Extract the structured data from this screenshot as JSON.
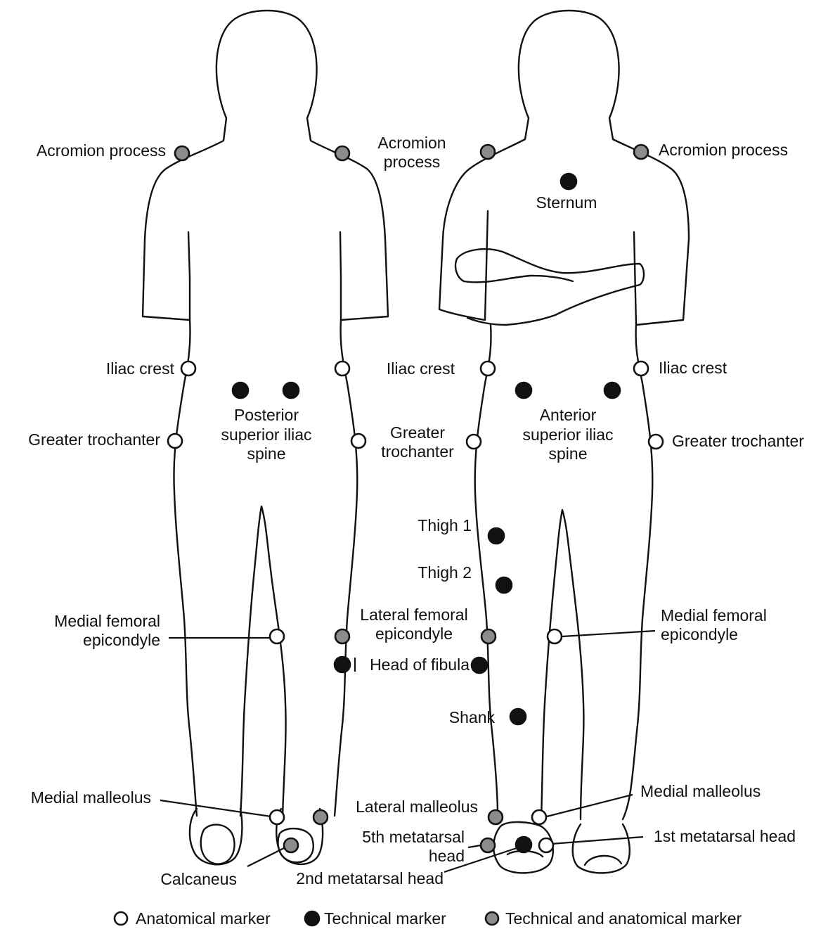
{
  "colors": {
    "anatomical": "#ffffff",
    "technical": "#111111",
    "technical_anatomical": "#8c8c8c",
    "outline": "#111111"
  },
  "figures": {
    "posterior": {
      "acromion_left": "Acromion process",
      "iliac_crest_left": "Iliac crest",
      "psis_line1": "Posterior",
      "psis_line2": "superior iliac",
      "psis_line3": "spine",
      "greater_trochanter_left": "Greater trochanter",
      "medial_femoral_line1": "Medial femoral",
      "medial_femoral_line2": "epicondyle",
      "medial_malleolus": "Medial malleolus",
      "calcaneus": "Calcaneus"
    },
    "middle": {
      "acromion_line1": "Acromion",
      "acromion_line2": "process",
      "iliac_crest": "Iliac crest",
      "greater_trochanter_line1": "Greater",
      "greater_trochanter_line2": "trochanter",
      "thigh1": "Thigh 1",
      "thigh2": "Thigh 2",
      "lateral_femoral_line1": "Lateral femoral",
      "lateral_femoral_line2": "epicondyle",
      "head_of_fibula": "Head of fibula",
      "shank": "Shank",
      "lateral_malleolus": "Lateral malleolus",
      "fifth_meta_line1": "5th metatarsal",
      "fifth_meta_line2": "head",
      "second_meta": "2nd metatarsal head"
    },
    "anterior": {
      "acromion_right": "Acromion process",
      "sternum": "Sternum",
      "iliac_crest_right": "Iliac crest",
      "asis_line1": "Anterior",
      "asis_line2": "superior iliac",
      "asis_line3": "spine",
      "greater_trochanter_right": "Greater trochanter",
      "medial_femoral_line1": "Medial femoral",
      "medial_femoral_line2": "epicondyle",
      "medial_malleolus": "Medial malleolus",
      "first_meta": "1st metatarsal head"
    }
  },
  "legend": {
    "anatomical": "Anatomical marker",
    "technical": "Technical marker",
    "technical_anatomical": "Technical and anatomical marker"
  }
}
